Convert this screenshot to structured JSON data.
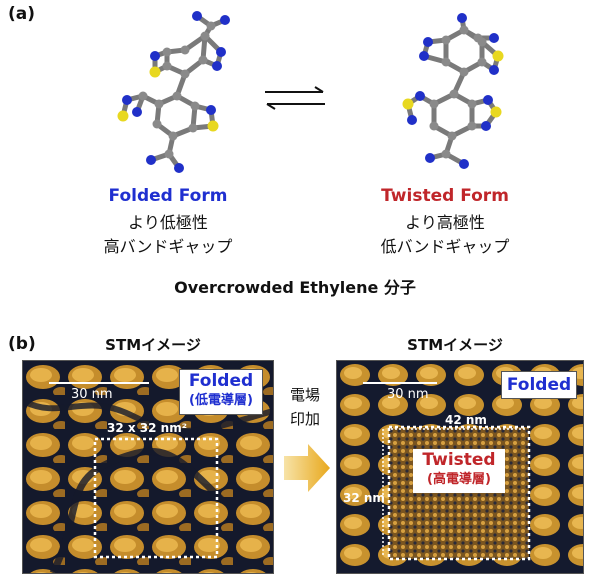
{
  "panel_a": {
    "label": "(a)",
    "folded_title": "Folded Form",
    "folded_line1": "より低極性",
    "folded_line2": "高バンドギャップ",
    "twisted_title": "Twisted Form",
    "twisted_line1": "より高極性",
    "twisted_line2": "低バンドギャップ",
    "caption": "Overcrowded Ethylene 分子",
    "colors": {
      "folded": "#1f2fd0",
      "twisted": "#c0262a",
      "atom_c": "#8a8a8a",
      "atom_n": "#2030c8",
      "atom_s": "#e8d820"
    }
  },
  "panel_b": {
    "label": "(b)",
    "left": {
      "title": "STMイメージ",
      "scale_bar": "30 nm",
      "region_size": "32 x 32 nm²",
      "box_title": "Folded",
      "box_subtitle": "(低電導層)"
    },
    "arrow_text_line1": "電場",
    "arrow_text_line2": "印加",
    "right": {
      "title": "STMイメージ",
      "scale_bar": "30 nm",
      "box_title": "Folded",
      "width_label": "42 nm",
      "height_label": "32 nm",
      "region_title": "Twisted",
      "region_subtitle": "(高電導層)"
    },
    "colors": {
      "stm_bright": "#d8a23a",
      "stm_dark": "#14192c",
      "arrow": "#e8a81c"
    }
  }
}
